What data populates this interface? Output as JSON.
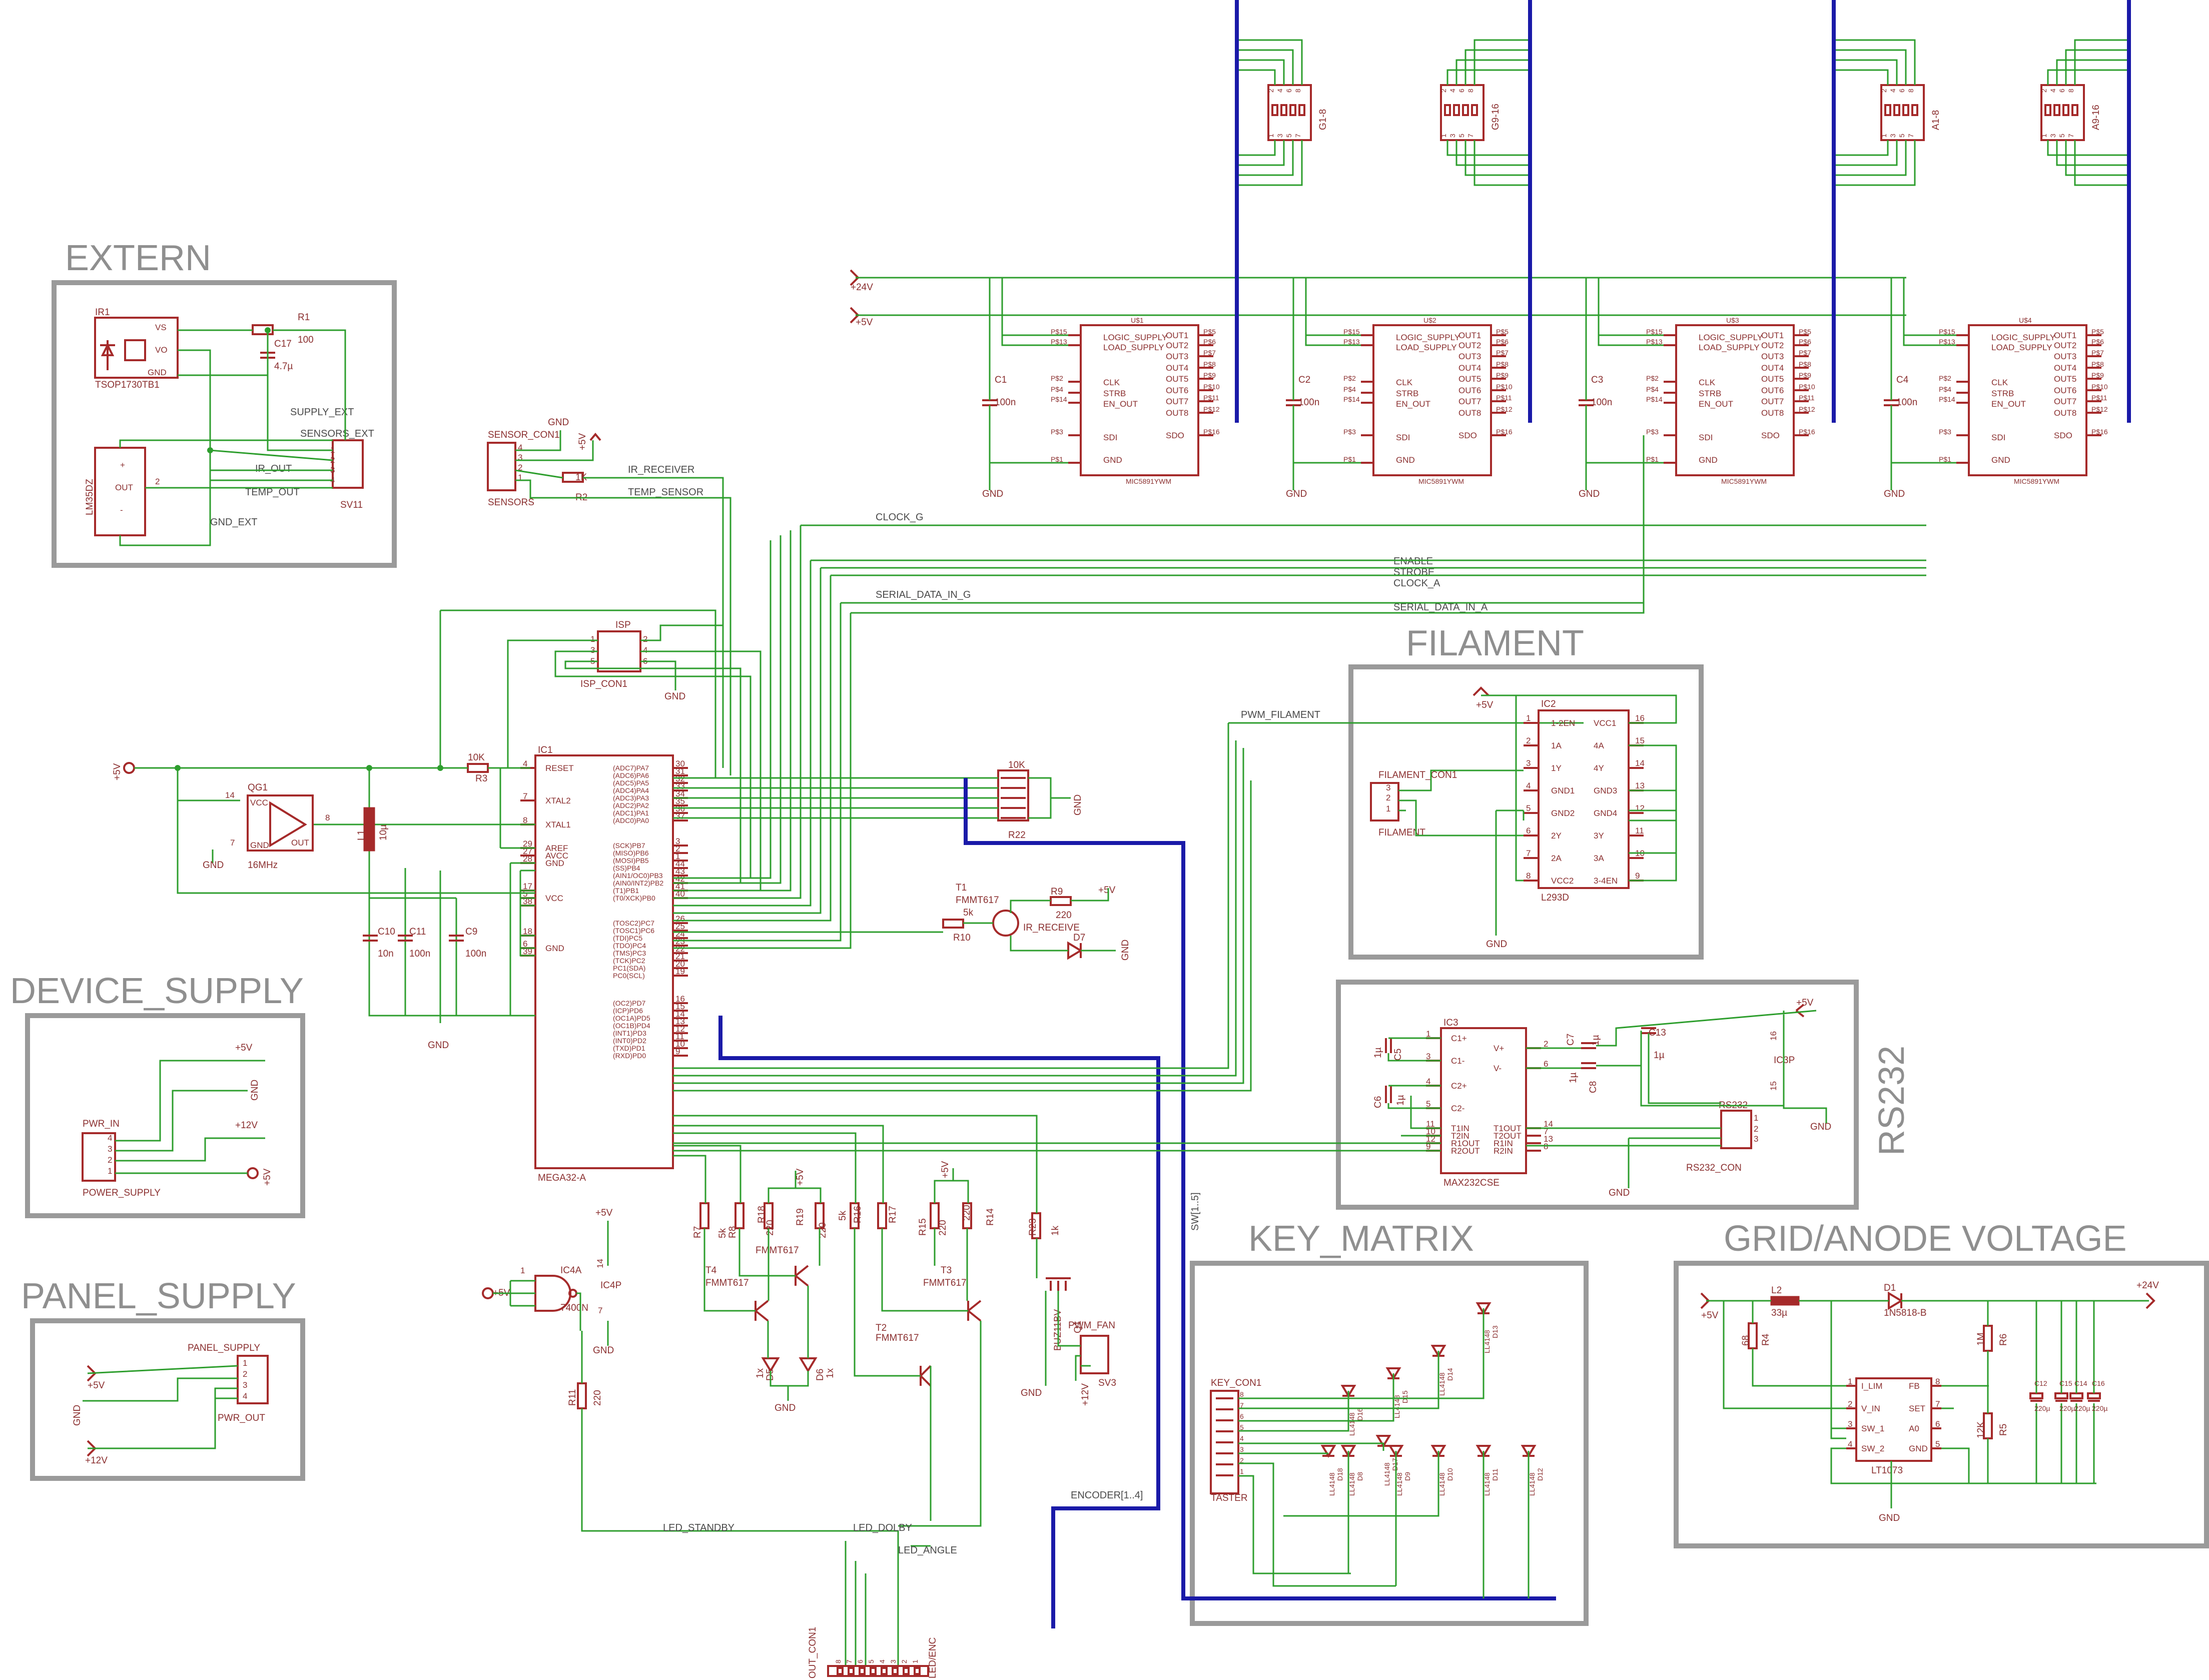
{
  "sections": {
    "extern": "EXTERN",
    "filament": "FILAMENT",
    "device_supply": "DEVICE_SUPPLY",
    "panel_supply": "PANEL_SUPPLY",
    "rs232": "RS232",
    "key_matrix": "KEY_MATRIX",
    "grid_anode": "GRID/ANODE VOLTAGE"
  },
  "extern": {
    "ir1": "IR1",
    "ir1_part": "TSOP1730TB1",
    "vs": "VS",
    "vo": "VO",
    "gnd": "GND",
    "r1": "R1",
    "r1_val": "100",
    "c17": "C17",
    "c17_val": "4.7µ",
    "lm35": "LM35DZ",
    "out": "OUT",
    "plus": "+",
    "minus": "-",
    "supply_ext": "SUPPLY_EXT",
    "sensors_ext": "SENSORS_EXT",
    "ir_out": "IR_OUT",
    "temp_out": "TEMP_OUT",
    "gnd_ext": "GND_EXT",
    "sv11": "SV11",
    "pin2": "2",
    "pins": [
      "1",
      "2",
      "3",
      "4"
    ]
  },
  "sensors": {
    "gnd": "GND",
    "plus5v": "+5V",
    "sensor_con": "SENSOR_CON1",
    "sensors": "SENSORS",
    "r2": "R2",
    "r2_val": "1K",
    "ir_receiver": "IR_RECEIVER",
    "temp_sensor": "TEMP_SENSOR",
    "pins": [
      "4",
      "3",
      "2",
      "1"
    ]
  },
  "isp": {
    "isp": "ISP",
    "isp_con": "ISP_CON1",
    "gnd": "GND",
    "pins": [
      "1",
      "2",
      "3",
      "4",
      "5",
      "6"
    ]
  },
  "drivers": {
    "v24": "+24V",
    "v5": "+5V",
    "units": [
      "U$1",
      "U$2",
      "U$3",
      "U$4"
    ],
    "part": "MIC5891YWM",
    "caps": [
      "C1",
      "C2",
      "C3",
      "C4"
    ],
    "cap_val": "100n",
    "gnd": "GND",
    "left_pins": [
      "P$15",
      "P$13",
      "P$2",
      "P$4",
      "P$14",
      "P$3",
      "P$1"
    ],
    "left_names": [
      "LOGIC_SUPPLY",
      "LOAD_SUPPLY",
      "CLK",
      "STRB",
      "EN_OUT",
      "SDI",
      "GND"
    ],
    "right_names": [
      "OUT1",
      "OUT2",
      "OUT3",
      "OUT4",
      "OUT5",
      "OUT6",
      "OUT7",
      "OUT8",
      "SDO"
    ],
    "right_pins": [
      "P$5",
      "P$6",
      "P$7",
      "P$8",
      "P$9",
      "P$10",
      "P$11",
      "P$12",
      "P$16"
    ]
  },
  "connectors_top": {
    "labels": [
      "G1-8",
      "G9-16",
      "A1-8",
      "A9-16"
    ],
    "pins_top": [
      "2",
      "4",
      "6",
      "8"
    ],
    "pins_bot": [
      "1",
      "3",
      "5",
      "7"
    ]
  },
  "nets": {
    "clock_g": "CLOCK_G",
    "enable": "ENABLE",
    "strobe": "STROBE",
    "clock_a": "CLOCK_A",
    "serial_g": "SERIAL_DATA_IN_G",
    "serial_a": "SERIAL_DATA_IN_A",
    "pwm_filament": "PWM_FILAMENT",
    "led_standby": "LED_STANDBY",
    "led_dolby": "LED_DOLBY",
    "led_angle": "LED_ANGLE",
    "encoder": "ENCODER[1..4]",
    "sw": "SW[1..5]"
  },
  "mcu": {
    "ic1": "IC1",
    "part": "MEGA32-A",
    "left_pins": [
      {
        "num": "4",
        "name": "RESET"
      },
      {
        "num": "7",
        "name": "XTAL2"
      },
      {
        "num": "8",
        "name": "XTAL1"
      },
      {
        "num": "29",
        "name": "AREF"
      },
      {
        "num": "27",
        "name": "AVCC"
      },
      {
        "num": "28",
        "name": "GND"
      },
      {
        "num": "17",
        "name": ""
      },
      {
        "num": "5",
        "name": "VCC"
      },
      {
        "num": "38",
        "name": ""
      },
      {
        "num": "18",
        "name": ""
      },
      {
        "num": "6",
        "name": "GND"
      },
      {
        "num": "39",
        "name": ""
      }
    ],
    "right_pins": [
      {
        "num": "30",
        "name": "(ADC7)PA7"
      },
      {
        "num": "31",
        "name": "(ADC6)PA6"
      },
      {
        "num": "32",
        "name": "(ADC5)PA5"
      },
      {
        "num": "33",
        "name": "(ADC4)PA4"
      },
      {
        "num": "34",
        "name": "(ADC3)PA3"
      },
      {
        "num": "35",
        "name": "(ADC2)PA2"
      },
      {
        "num": "36",
        "name": "(ADC1)PA1"
      },
      {
        "num": "37",
        "name": "(ADC0)PA0"
      },
      {
        "num": "3",
        "name": "(SCK)PB7"
      },
      {
        "num": "2",
        "name": "(MISO)PB6"
      },
      {
        "num": "1",
        "name": "(MOSI)PB5"
      },
      {
        "num": "44",
        "name": "(SS)PB4"
      },
      {
        "num": "43",
        "name": "(AIN1/OC0)PB3"
      },
      {
        "num": "42",
        "name": "(AIN0/INT2)PB2"
      },
      {
        "num": "41",
        "name": "(T1)PB1"
      },
      {
        "num": "40",
        "name": "(T0/XCK)PB0"
      },
      {
        "num": "26",
        "name": "(TOSC2)PC7"
      },
      {
        "num": "25",
        "name": "(TOSC1)PC6"
      },
      {
        "num": "24",
        "name": "(TDI)PC5"
      },
      {
        "num": "23",
        "name": "(TDO)PC4"
      },
      {
        "num": "22",
        "name": "(TMS)PC3"
      },
      {
        "num": "21",
        "name": "(TCK)PC2"
      },
      {
        "num": "20",
        "name": "PC1(SDA)"
      },
      {
        "num": "19",
        "name": "PC0(SCL)"
      },
      {
        "num": "16",
        "name": "(OC2)PD7"
      },
      {
        "num": "15",
        "name": "(ICP)PD6"
      },
      {
        "num": "14",
        "name": "(OC1A)PD5"
      },
      {
        "num": "13",
        "name": "(OC1B)PD4"
      },
      {
        "num": "12",
        "name": "(INT1)PD3"
      },
      {
        "num": "11",
        "name": "(INT0)PD2"
      },
      {
        "num": "10",
        "name": "(TXD)PD1"
      },
      {
        "num": "9",
        "name": "(RXD)PD0"
      }
    ]
  },
  "mcu_periph": {
    "v5": "+5V",
    "r3": "R3",
    "r3_val": "10K",
    "qg1": "QG1",
    "qg1_val": "16MHz",
    "vcc": "VCC",
    "gnd": "GND",
    "out": "OUT",
    "pin14": "14",
    "pin7": "7",
    "pin8": "8",
    "l1": "L1",
    "l1_val": "10µ",
    "c10": "C10",
    "c10_val": "10n",
    "c11": "C11",
    "c11_val": "100n",
    "c9": "C9",
    "c9_val": "100n",
    "r22": "R22",
    "r22_val": "10K",
    "rn_pins": [
      "1",
      "2",
      "3",
      "4",
      "5"
    ],
    "t1": "T1",
    "t1_part": "FMMT617",
    "r10": "R10",
    "r10_val": "5k",
    "r9": "R9",
    "r9_val": "220",
    "ir_receive": "IR_RECEIVE",
    "d7": "D7"
  },
  "filament": {
    "v5": "+5V",
    "ic2": "IC2",
    "part": "L293D",
    "gnd": "GND",
    "con": "FILAMENT_CON1",
    "con_name": "FILAMENT",
    "con_pins": [
      "3",
      "2",
      "1"
    ],
    "left": [
      {
        "num": "1",
        "name": "1-2EN"
      },
      {
        "num": "2",
        "name": "1A"
      },
      {
        "num": "3",
        "name": "1Y"
      },
      {
        "num": "4",
        "name": "GND1"
      },
      {
        "num": "5",
        "name": "GND2"
      },
      {
        "num": "6",
        "name": "2Y"
      },
      {
        "num": "7",
        "name": "2A"
      },
      {
        "num": "8",
        "name": "VCC2"
      }
    ],
    "right": [
      {
        "num": "16",
        "name": "VCC1"
      },
      {
        "num": "15",
        "name": "4A"
      },
      {
        "num": "14",
        "name": "4Y"
      },
      {
        "num": "13",
        "name": "GND3"
      },
      {
        "num": "12",
        "name": "GND4"
      },
      {
        "num": "11",
        "name": "3Y"
      },
      {
        "num": "10",
        "name": "3A"
      },
      {
        "num": "9",
        "name": "3-4EN"
      }
    ]
  },
  "rs232": {
    "ic3": "IC3",
    "part": "MAX232CSE",
    "v5": "+5V",
    "gnd": "GND",
    "ic3p": "IC3P",
    "c5": "C5",
    "c6": "C6",
    "c7": "C7",
    "c8": "C8",
    "c13": "C13",
    "cap": "1µ",
    "left": [
      {
        "num": "1",
        "name": "C1+"
      },
      {
        "num": "3",
        "name": "C1-"
      },
      {
        "num": "4",
        "name": "C2+"
      },
      {
        "num": "5",
        "name": "C2-"
      },
      {
        "num": "11",
        "name": "T1IN"
      },
      {
        "num": "10",
        "name": "T2IN"
      },
      {
        "num": "12",
        "name": "R1OUT"
      },
      {
        "num": "9",
        "name": "R2OUT"
      }
    ],
    "right": [
      {
        "num": "2",
        "name": "V+"
      },
      {
        "num": "6",
        "name": "V-"
      },
      {
        "num": "14",
        "name": "T1OUT"
      },
      {
        "num": "7",
        "name": "T2OUT"
      },
      {
        "num": "13",
        "name": "R1IN"
      },
      {
        "num": "8",
        "name": "R2IN"
      }
    ],
    "pin16": "16",
    "pin15": "15",
    "con": "RS232",
    "con_name": "RS232_CON",
    "con_pins": [
      "1",
      "2",
      "3"
    ]
  },
  "device_supply": {
    "pwr_in": "PWR_IN",
    "name": "POWER_SUPPLY",
    "v5": "+5V",
    "gnd": "GND",
    "v12": "+12V",
    "pins": [
      "4",
      "3",
      "2",
      "1"
    ]
  },
  "panel_supply": {
    "name": "PANEL_SUPPLY",
    "pwr_out": "PWR_OUT",
    "v5": "+5V",
    "gnd": "GND",
    "v12": "+12V",
    "pins": [
      "1",
      "2",
      "3",
      "4"
    ]
  },
  "nand": {
    "ic4a": "IC4A",
    "part": "7400N",
    "ic4p": "IC4P",
    "v5": "+5V",
    "gnd": "GND",
    "pin1": "1",
    "pin14": "14",
    "pin7": "7"
  },
  "leds": {
    "r7": "R7",
    "r7_val": "5k",
    "r8": "R8",
    "r8_val": "5k",
    "r18": "R18",
    "r18_val": "220",
    "r19": "R19",
    "r19_val": "220",
    "r16": "R16",
    "r16_val": "5k",
    "r17": "R17",
    "r17_val": "",
    "r15": "R15",
    "r15_val": "220",
    "r14": "R14",
    "r14_val": "220",
    "r11": "R11",
    "r11_val": "220",
    "r23": "R23",
    "r23_val": "1k",
    "t3": "T3",
    "t4": "T4",
    "t2": "T2",
    "t_part": "FMMT617",
    "d5": "D5",
    "d6": "D6",
    "d5_val": "1x",
    "d6_val": "1x",
    "gnd": "GND",
    "v5": "+5V",
    "q1": "Q1",
    "q1_part": "BUZ11BV",
    "pwm_fan": "PWM_FAN",
    "sv3": "SV3",
    "v12": "+12V"
  },
  "out_con": {
    "name": "OUT_CON1",
    "led_enc": "LED/ENC",
    "pins": [
      "8",
      "7",
      "6",
      "5",
      "4",
      "3",
      "2",
      "1"
    ]
  },
  "key_matrix": {
    "con": "KEY_CON1",
    "name": "TASTER",
    "pins": [
      "8",
      "7",
      "6",
      "5",
      "4",
      "3",
      "2",
      "1"
    ],
    "diodes": [
      "D8",
      "D9",
      "D10",
      "D11",
      "D12",
      "D13",
      "D14",
      "D15",
      "D16",
      "D17",
      "D18"
    ],
    "diode_part": "LL4148"
  },
  "grid": {
    "v5": "+5V",
    "v24": "+24V",
    "l2": "L2",
    "l2_val": "33µ",
    "d1": "D1",
    "d1_part": "1N5818-B",
    "r4": "R4",
    "r4_val": "68",
    "r6": "R6",
    "r6_val": "1M",
    "r5": "R5",
    "r5_val": "12K",
    "ic": "LT1073",
    "gnd": "GND",
    "left": [
      {
        "num": "1",
        "name": "I_LIM"
      },
      {
        "num": "2",
        "name": "V_IN"
      },
      {
        "num": "3",
        "name": "SW_1"
      },
      {
        "num": "4",
        "name": "SW_2"
      }
    ],
    "right": [
      {
        "num": "8",
        "name": "FB"
      },
      {
        "num": "7",
        "name": "SET"
      },
      {
        "num": "6",
        "name": "A0"
      },
      {
        "num": "5",
        "name": "GND"
      }
    ],
    "caps": [
      "C12",
      "C15",
      "C14",
      "C16"
    ],
    "cap_val": "220µ"
  }
}
